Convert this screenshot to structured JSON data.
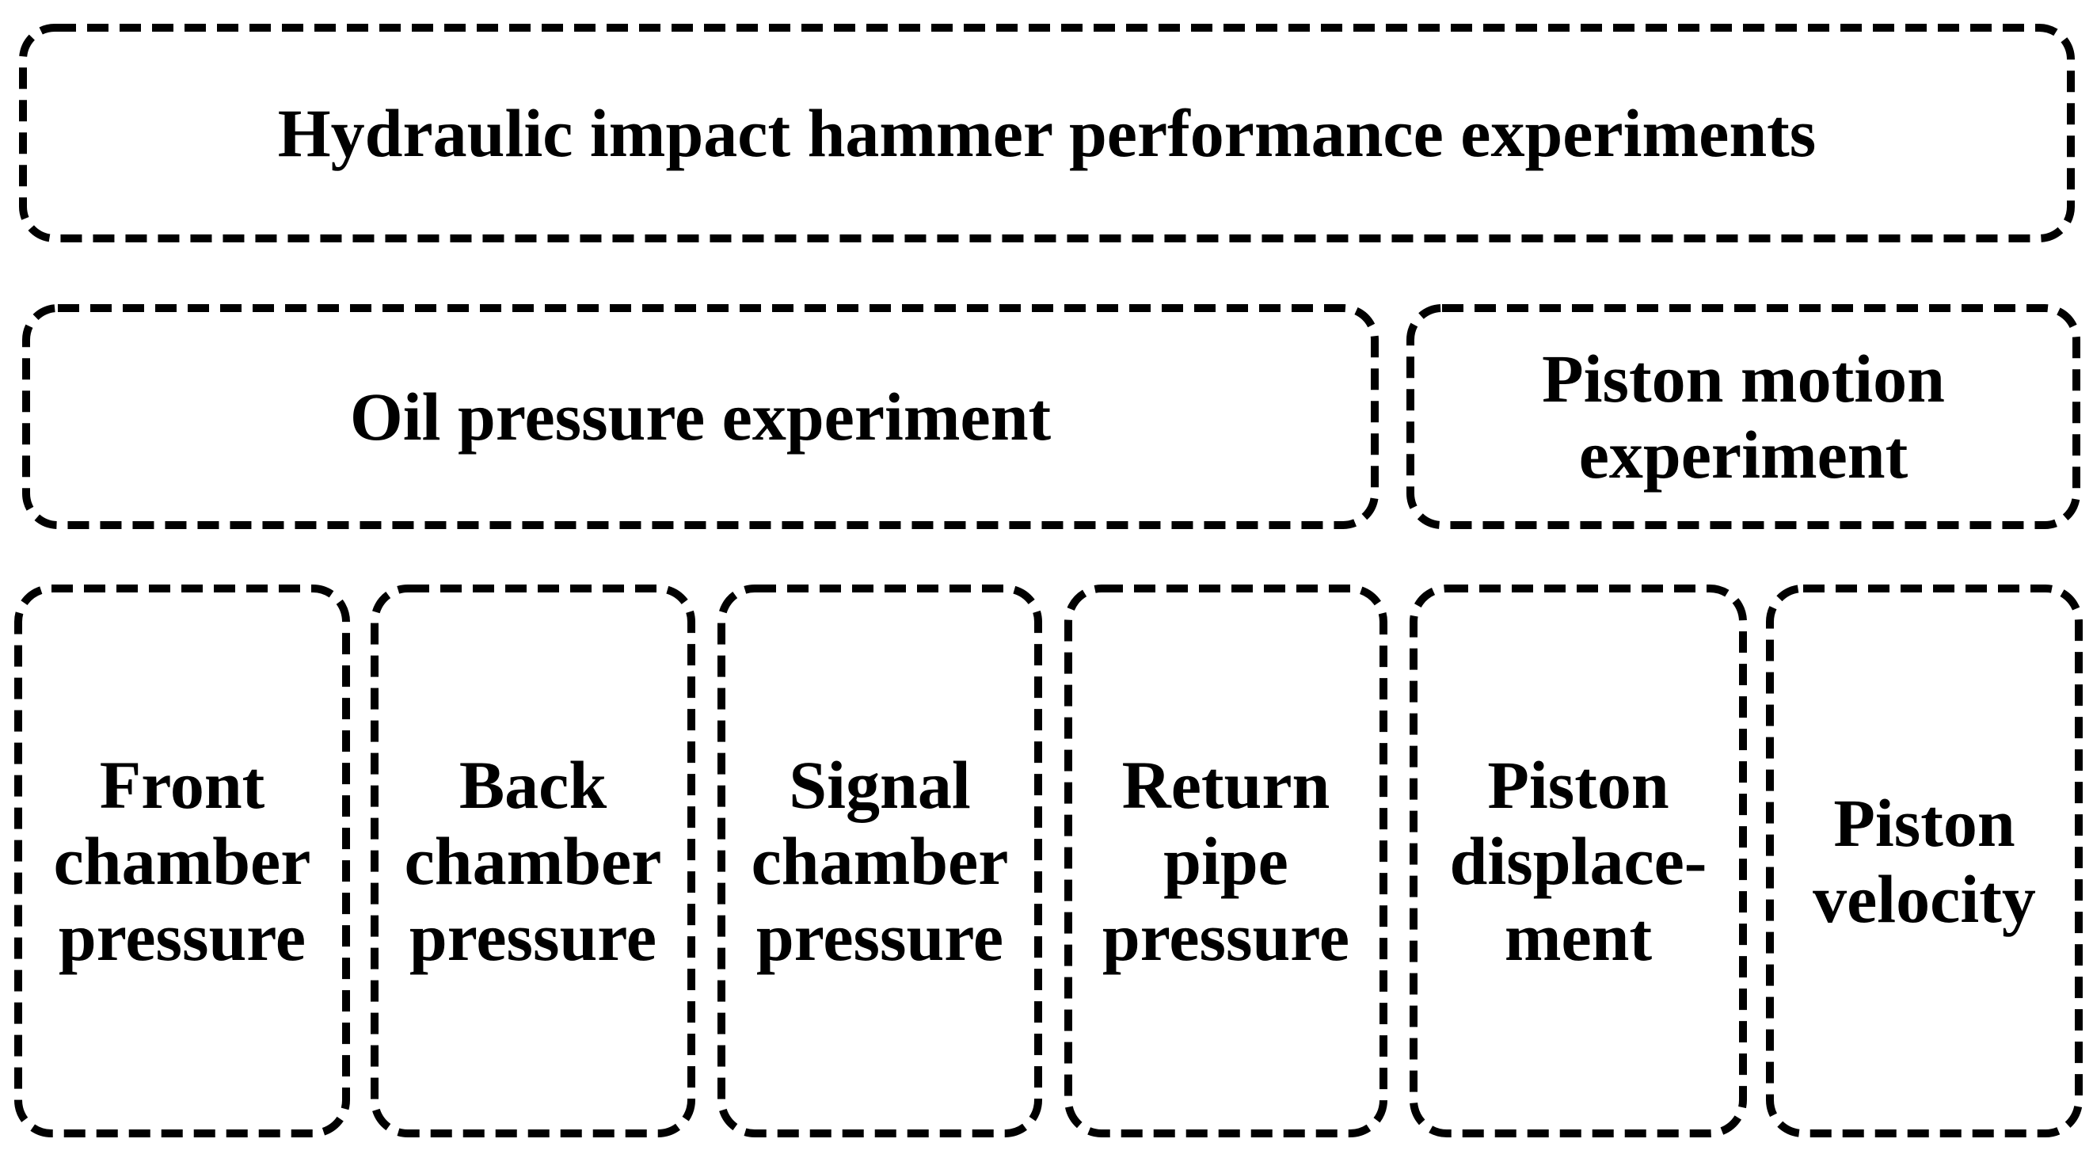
{
  "diagram": {
    "colors": {
      "background": "#ffffff",
      "border": "#000000",
      "text": "#000000"
    },
    "title": {
      "label": "Hydraulic impact hammer performance experiments",
      "lines": [
        "Hydraulic impact hammer performance experiments"
      ]
    },
    "level2": [
      {
        "id": "oil-pressure-experiment",
        "label": "Oil pressure experiment",
        "lines": [
          "Oil pressure experiment"
        ]
      },
      {
        "id": "piston-motion-experiment",
        "label": "Piston motion experiment",
        "lines": [
          "Piston motion",
          "experiment"
        ]
      }
    ],
    "level3": [
      {
        "id": "front-chamber-pressure",
        "label": "Front chamber pressure",
        "lines": [
          "Front",
          "chamber",
          "pressure"
        ]
      },
      {
        "id": "back-chamber-pressure",
        "label": "Back chamber pressure",
        "lines": [
          "Back",
          "chamber",
          "pressure"
        ]
      },
      {
        "id": "signal-chamber-pressure",
        "label": "Signal chamber pressure",
        "lines": [
          "Signal",
          "chamber",
          "pressure"
        ]
      },
      {
        "id": "return-pipe-pressure",
        "label": "Return pipe pressure",
        "lines": [
          "Return",
          "pipe",
          "pressure"
        ]
      },
      {
        "id": "piston-displacement",
        "label": "Piston displacement",
        "lines": [
          "Piston",
          "displace-",
          "ment"
        ]
      },
      {
        "id": "piston-velocity",
        "label": "Piston velocity",
        "lines": [
          "Piston",
          "velocity"
        ]
      }
    ]
  }
}
